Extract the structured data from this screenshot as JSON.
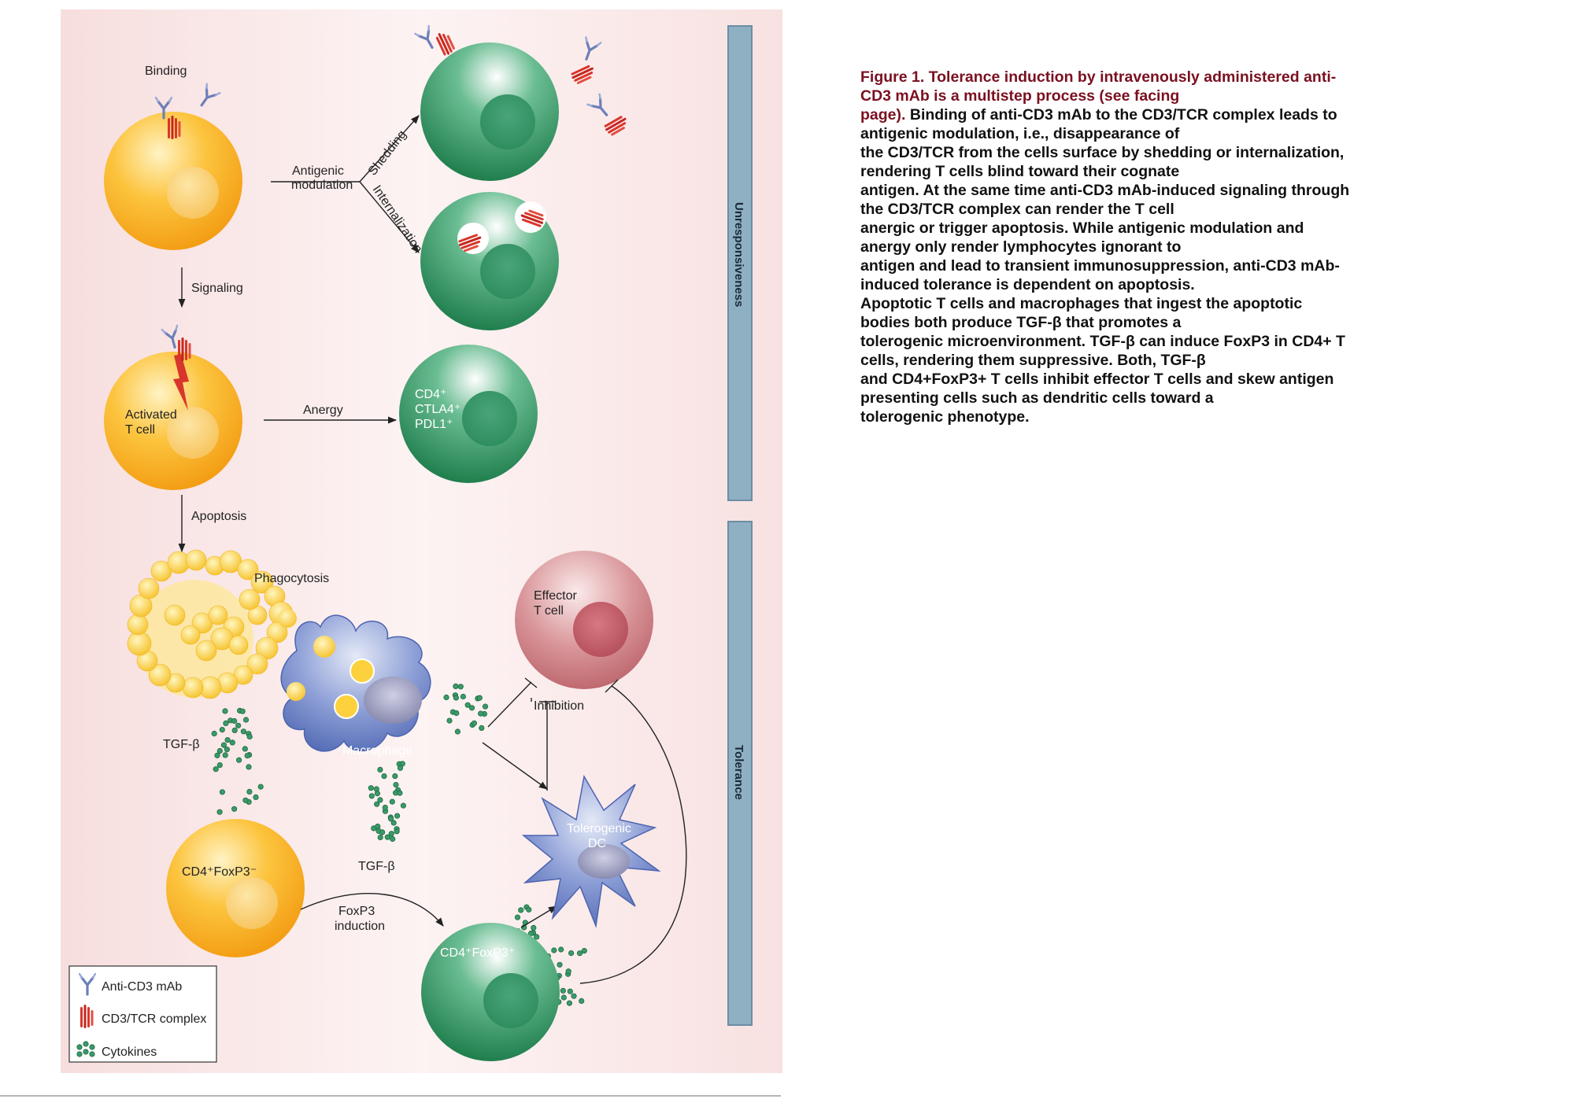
{
  "diagram": {
    "labels": {
      "binding": "Binding",
      "antigenic_modulation_1": "Antigenic",
      "antigenic_modulation_2": "modulation",
      "shedding": "Shedding",
      "internalization": "Internalization",
      "signaling": "Signaling",
      "activated_t_cell_1": "Activated",
      "activated_t_cell_2": "T cell",
      "anergy": "Anergy",
      "anergic_markers": [
        "CD4⁺",
        "CTLA4⁺",
        "PDL1⁺"
      ],
      "apoptosis": "Apoptosis",
      "phagocytosis": "Phagocytosis",
      "tgf_beta_1": "TGF-β",
      "tgf_beta_2": "TGF-β",
      "macrophage": "Macrophage",
      "effector_t_cell_1": "Effector",
      "effector_t_cell_2": "T cell",
      "inhibition": "Inhibition",
      "tolerogenic_dc_1": "Tolerogenic",
      "tolerogenic_dc_2": "DC",
      "cd4_foxp3_neg": "CD4⁺FoxP3⁻",
      "foxp3_induction_1": "FoxP3",
      "foxp3_induction_2": "induction",
      "cd4_foxp3_pos": "CD4⁺FoxP3⁺"
    },
    "side_bars": {
      "unresponsiveness": "Unresponsiveness",
      "tolerance": "Tolerance"
    },
    "legend": [
      {
        "label": "Anti-CD3 mAb",
        "icon": "antibody-icon"
      },
      {
        "label": "CD3/TCR complex",
        "icon": "tcr-complex-icon"
      },
      {
        "label": "Cytokines",
        "icon": "cytokines-icon"
      }
    ],
    "colors": {
      "t_cell": "#f7b422",
      "anergic_cell": "#2e8b5a",
      "macrophage": "#6f84c6",
      "effector": "#c86c72",
      "cytokine": "#3a9a68",
      "side_bar": "#8fafc3"
    }
  },
  "caption": {
    "title_lines": [
      "Figure 1. Tolerance induction by intravenously administered anti-",
      "CD3 mAb is a multistep process (see facing",
      "page)"
    ],
    "title_end": ".",
    "first_line_rest": " Binding of anti-CD3 mAb to the CD3/TCR complex leads to",
    "lines": [
      "antigenic modulation, i.e., disappearance of",
      "the CD3/TCR from the cells surface by shedding or internalization,",
      "rendering T cells blind toward their cognate",
      "antigen. At the same time anti-CD3 mAb-induced signaling through",
      "the CD3/TCR complex can render the T cell",
      "anergic or trigger apoptosis. While antigenic modulation and",
      "anergy only render lymphocytes ignorant to",
      "antigen and lead to transient immunosuppression, anti-CD3 mAb-",
      "induced tolerance is dependent on apoptosis.",
      "Apoptotic T cells and macrophages that ingest the apoptotic",
      "bodies both produce TGF-β that promotes a",
      "tolerogenic microenvironment. TGF-β can induce FoxP3 in CD4+ T",
      "cells, rendering them suppressive. Both, TGF-β",
      "and CD4+FoxP3+ T cells inhibit effector T cells and skew antigen",
      "presenting cells such as dendritic cells toward a",
      "tolerogenic phenotype."
    ]
  }
}
